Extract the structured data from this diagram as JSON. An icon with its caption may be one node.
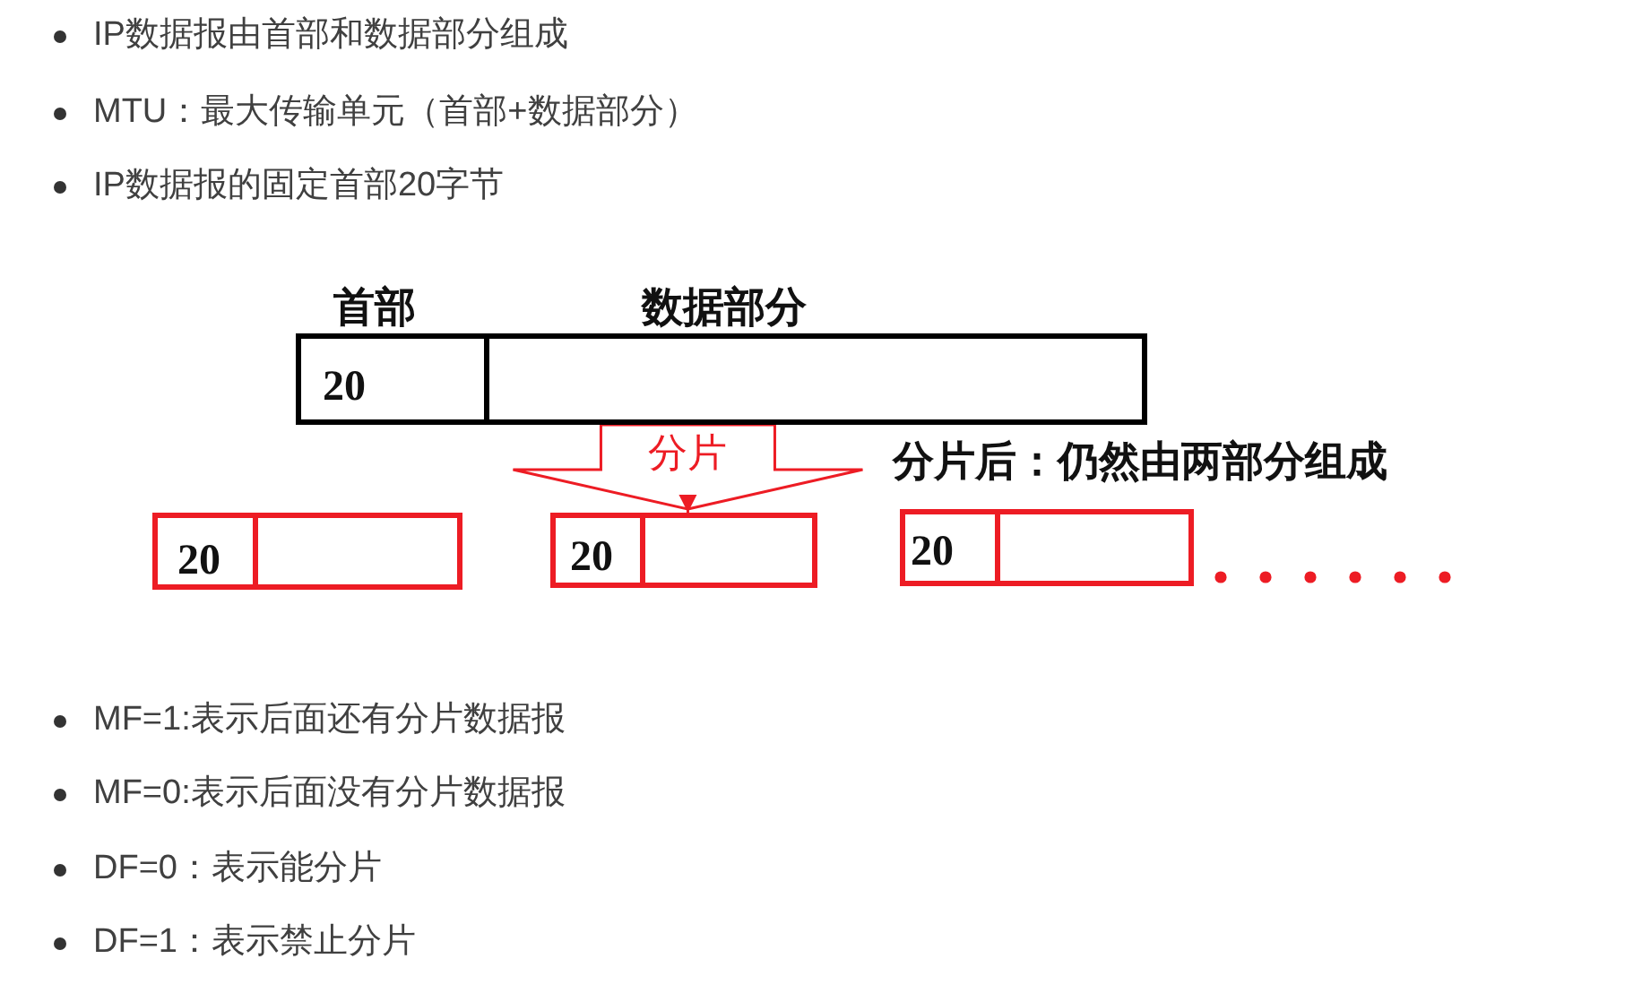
{
  "diagram": {
    "nodes": [
      {
        "text": [
          "20"
        ],
        "beside": [
          "首部"
        ]
      },
      {
        "text": [],
        "shape": "box",
        "beside": [
          "数据部分"
        ]
      },
      {
        "text": [
          "20"
        ]
      },
      {
        "text": [],
        "shape": "box"
      },
      {
        "text": [
          "20"
        ]
      },
      {
        "text": [],
        "shape": "box"
      },
      {
        "text": [
          "20"
        ]
      },
      {
        "text": [],
        "shape": "box"
      }
    ],
    "edges": [
      {
        "from": 1,
        "to": 5,
        "arrow": "to",
        "label": "分片",
        "color": "#ed1c24"
      }
    ],
    "labels": [
      "IP数据报由首部和数据部分组成",
      "MTU：最大传输单元（首部+数据部分）",
      "IP数据报的固定首部20字节",
      "分片后：仍然由两部分组成",
      "MF=1:表示后面还有分片数据报",
      "MF=0:表示后面没有分片数据报",
      "DF=0：表示能分片",
      "DF=1：表示禁止分片"
    ]
  }
}
